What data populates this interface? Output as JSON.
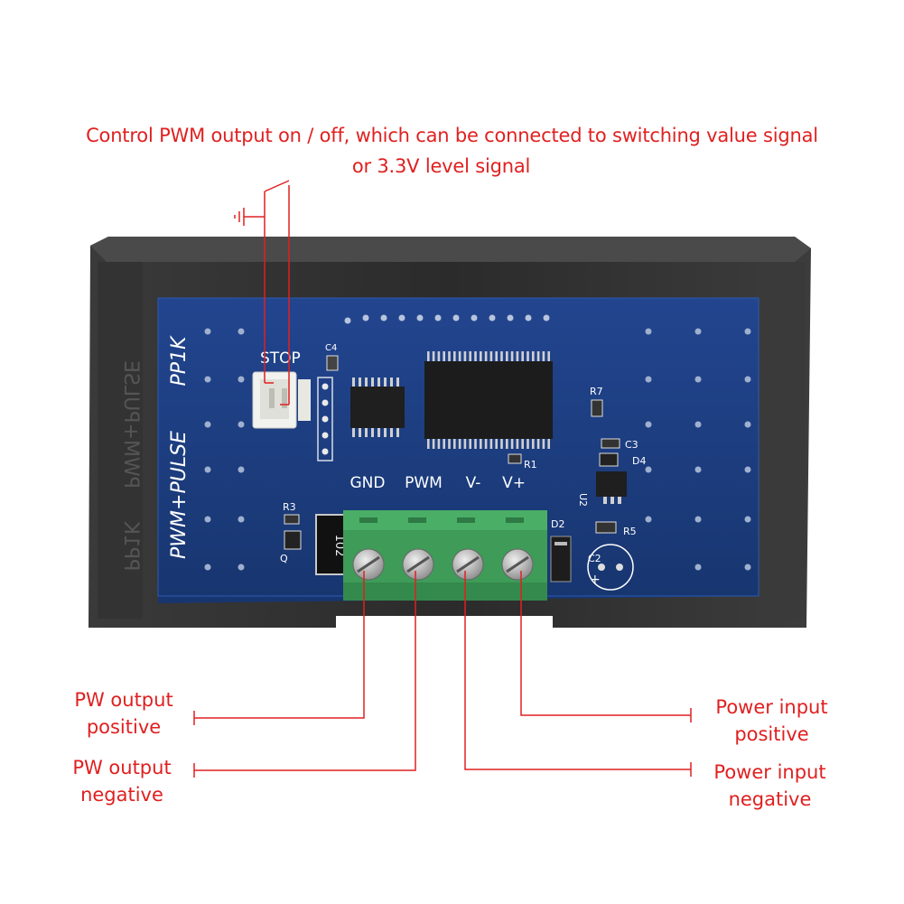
{
  "annotations": {
    "top_line1": "Control PWM output on / off, which can be connected to switching value signal",
    "top_line2": "or 3.3V level signal",
    "pw_pos": [
      "PW output",
      "positive"
    ],
    "pw_neg": [
      "PW output",
      "negative"
    ],
    "pwr_pos": [
      "Power input",
      "positive"
    ],
    "pwr_neg": [
      "Power input",
      "negative"
    ]
  },
  "board": {
    "stop": "STOP",
    "model": "PP1K",
    "name": "PWM+PULSE",
    "name_mirror": "PWM+PULSE",
    "model_mirror": "PP1K",
    "terminals": [
      "GND",
      "PWM",
      "V-",
      "V+"
    ],
    "components": {
      "c4": "C4",
      "r1": "R1",
      "r7": "R7",
      "c3": "C3",
      "d4": "D4",
      "u2": "U2",
      "r3": "R3",
      "q": "Q",
      "r102": "102",
      "d2": "D2",
      "r5": "R5",
      "c2": "C2",
      "plus": "+"
    }
  },
  "colors": {
    "annotation": "#e02020",
    "pcb": "#1d3d8c",
    "case": "#2e2e2e",
    "terminal": "#3e9a57"
  }
}
